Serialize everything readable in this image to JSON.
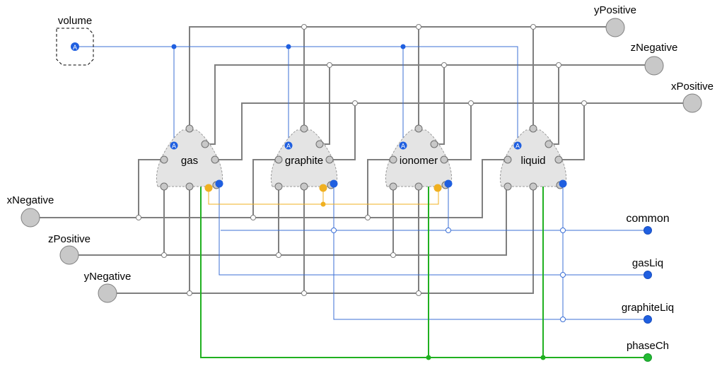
{
  "colors": {
    "grey_wire": "#7f7f7f",
    "blue_wire": "#3b6fd6",
    "orange_wire": "#f0b020",
    "green_wire": "#20b020",
    "port_grey": "#c8c8c8",
    "port_blue": "#1f5fe0",
    "port_green": "#22bb33",
    "block_fill": "#e4e4e4"
  },
  "parameter": {
    "label": "volume",
    "glyph": "A"
  },
  "blocks": [
    {
      "label": "gas",
      "glyph": "A"
    },
    {
      "label": "graphite",
      "glyph": "A"
    },
    {
      "label": "ionomer",
      "glyph": "A"
    },
    {
      "label": "liquid",
      "glyph": "A"
    }
  ],
  "right_ports": {
    "yPositive": "yPositive",
    "zNegative": "zNegative",
    "xPositive": "xPositive"
  },
  "left_ports": {
    "xNegative": "xNegative",
    "zPositive": "zPositive",
    "yNegative": "yNegative"
  },
  "outputs": {
    "common": "common",
    "gasLiq": "gasLiq",
    "graphiteLiq": "graphiteLiq",
    "phaseCh": "phaseCh"
  }
}
